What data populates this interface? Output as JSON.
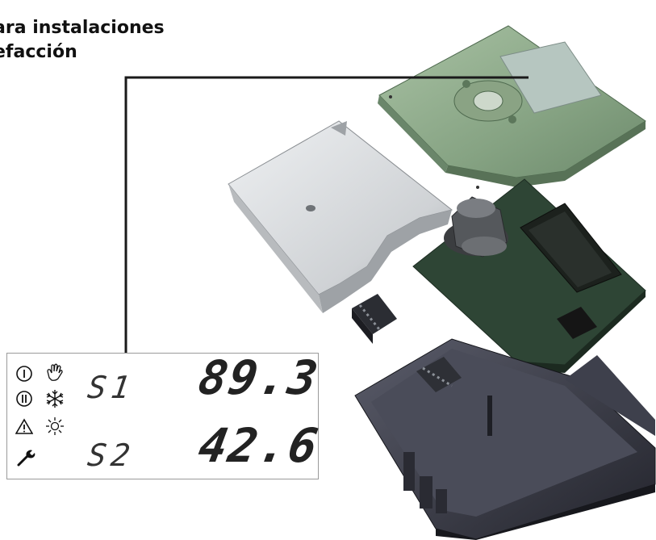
{
  "title": {
    "line1": "ara instalaciones",
    "line2": "efacción"
  },
  "display": {
    "sensor1_label": "S1",
    "sensor1_value": "89.3",
    "sensor2_label": "S2",
    "sensor2_value": "42.6"
  },
  "icons": [
    "power-one-icon",
    "hand-manual-icon",
    "power-two-icon",
    "snowflake-icon",
    "warning-triangle-icon",
    "sun-icon",
    "wrench-icon"
  ],
  "colors": {
    "lid_green": "#8ea98a",
    "cover_grey": "#d6d8da",
    "board_green": "#2e4535",
    "base_dark": "#3a3a46",
    "leader": "#1a1a1a"
  }
}
